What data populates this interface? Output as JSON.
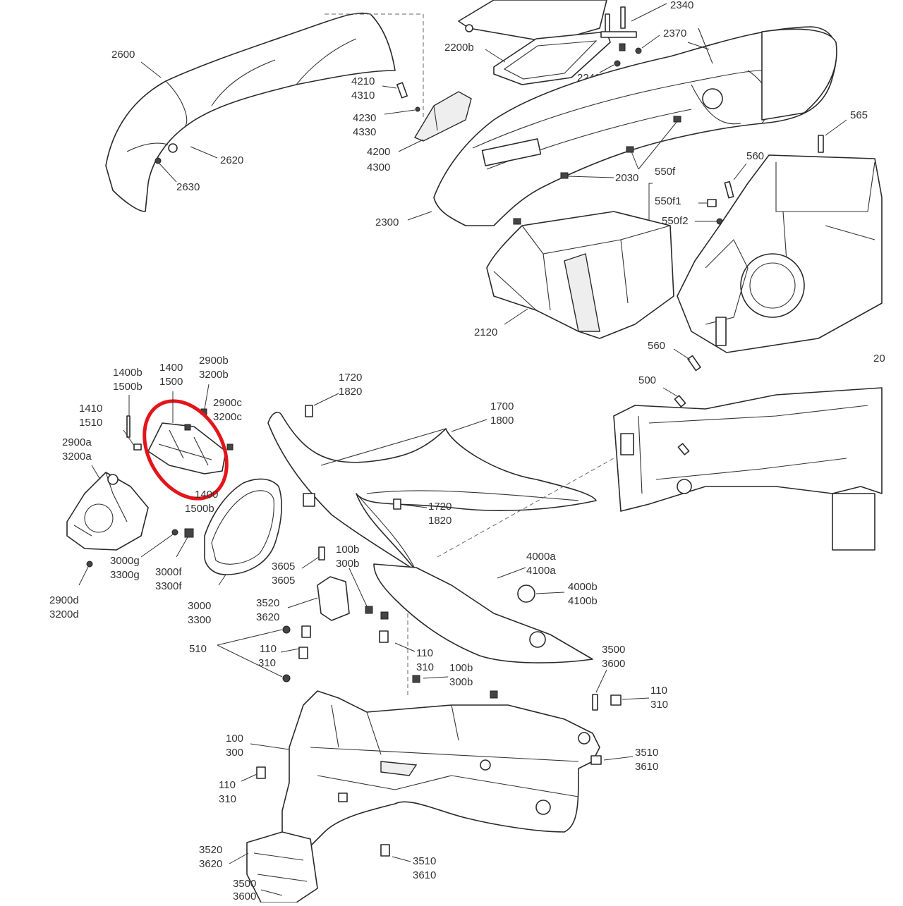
{
  "colors": {
    "line": "#2a2a2a",
    "text": "#333333",
    "highlight": "#e3151a",
    "background": "#ffffff"
  },
  "labels": {
    "l2600": "2600",
    "l2620": "2620",
    "l2630": "2630",
    "l4210": "4210",
    "l4310": "4310",
    "l4230": "4230",
    "l4330": "4330",
    "l4200": "4200",
    "l4300": "4300",
    "l2200b": "2200b",
    "l2240": "2240",
    "l2340": "2340",
    "l2370": "2370",
    "l2030": "2030",
    "l2300": "2300",
    "l2120": "2120",
    "l550f": "550f",
    "l550f1": "550f1",
    "l550f2": "550f2",
    "l565": "565",
    "l560a": "560",
    "l560b": "560",
    "l500": "500",
    "l1400b": "1400b",
    "l1500b": "1500b",
    "l1400": "1400",
    "l1500": "1500",
    "l1410": "1410",
    "l1510": "1510",
    "l2900a": "2900a",
    "l3200a": "3200a",
    "l2900b": "2900b",
    "l3200b": "3200b",
    "l2900c": "2900c",
    "l3200c": "3200c",
    "l1400x": "1400",
    "l1500bx": "1500b",
    "l3000g": "3000g",
    "l3300g": "3300g",
    "l3000f": "3000f",
    "l3300f": "3300f",
    "l2900d": "2900d",
    "l3200d": "3200d",
    "l3000": "3000",
    "l3300": "3300",
    "l1720a": "1720",
    "l1820a": "1820",
    "l1700": "1700",
    "l1800": "1800",
    "l1720b": "1720",
    "l1820b": "1820",
    "l3605": "3605",
    "l3606": "3605",
    "l100b": "100b",
    "l300b": "300b",
    "l3520": "3520",
    "l3620": "3620",
    "l4000a": "4000a",
    "l4100a": "4100a",
    "l4000b": "4000b",
    "l4100b": "4100b",
    "l510": "510",
    "l110a": "110",
    "l310a": "310",
    "l110b": "110",
    "l310b": "310",
    "l100b2": "100b",
    "l300b2": "300b",
    "l3500": "3500",
    "l3600": "3600",
    "l110c": "110",
    "l310c": "310",
    "l100": "100",
    "l300": "300",
    "l110d": "110",
    "l310d": "310",
    "l3510": "3510",
    "l3610": "3610",
    "l3520b": "3520",
    "l3620b": "3620",
    "l3510b": "3510",
    "l3610b": "3610",
    "l3500b": "3500",
    "l3600b": "3600"
  }
}
